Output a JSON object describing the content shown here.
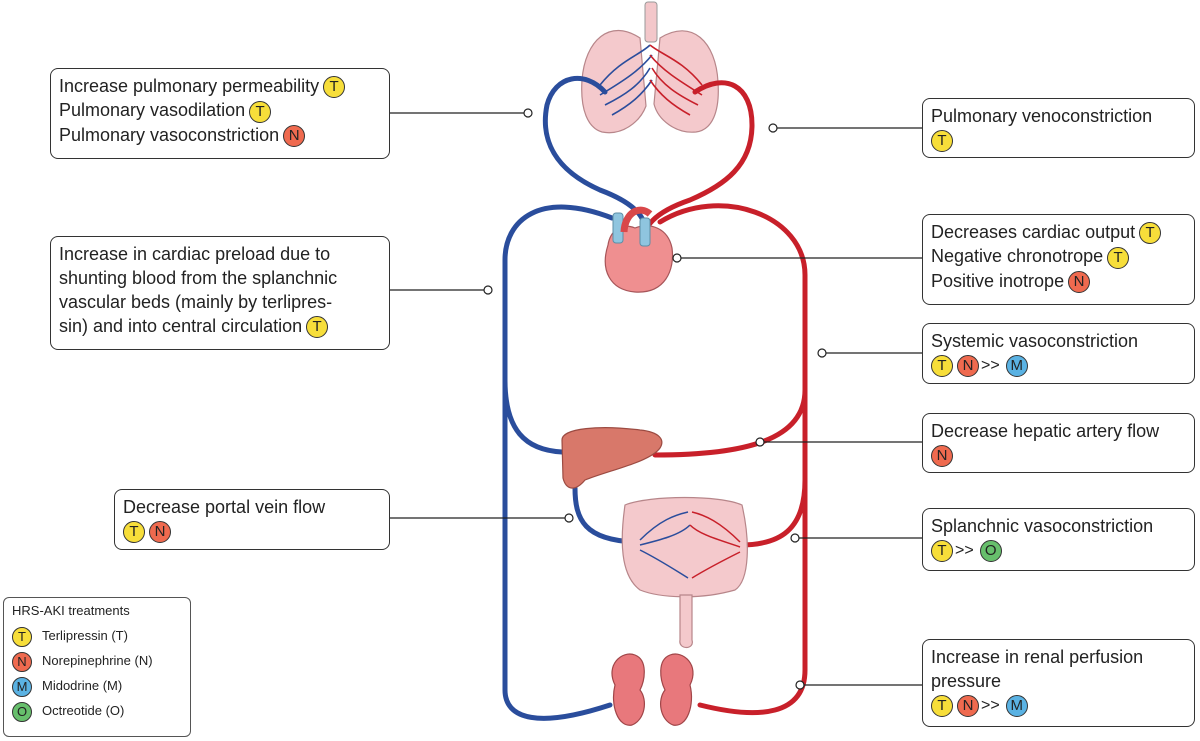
{
  "colors": {
    "vein": "#2a4d9c",
    "artery": "#c8202a",
    "terlipressin": "#f7de3a",
    "norepinephrine": "#ef6a4f",
    "midodrine": "#5ab2e3",
    "octreotide": "#67bf6c",
    "organ_fill": "#f2b1b4",
    "liver_fill": "#d8786a"
  },
  "annotations": {
    "pulmonary_left": {
      "lines": [
        {
          "text": "Increase pulmonary permeability",
          "badges": [
            "T"
          ]
        },
        {
          "text": "Pulmonary vasodilation",
          "badges": [
            "T"
          ]
        },
        {
          "text": "Pulmonary vasoconstriction",
          "badges": [
            "N"
          ]
        }
      ]
    },
    "pulmonary_right": {
      "lines": [
        {
          "text": "Pulmonary venoconstriction",
          "badges": []
        },
        {
          "text": "",
          "badges": [
            "T"
          ]
        }
      ]
    },
    "cardiac_preload": {
      "lines": [
        {
          "text": "Increase in cardiac preload due to",
          "badges": []
        },
        {
          "text": "shunting blood from the splanchnic",
          "badges": []
        },
        {
          "text": "vascular beds (mainly by terlipres-",
          "badges": []
        },
        {
          "text": "sin) and into central circulation",
          "badges": [
            "T"
          ]
        }
      ]
    },
    "cardiac_output": {
      "lines": [
        {
          "text": "Decreases cardiac output",
          "badges": [
            "T"
          ]
        },
        {
          "text": "Negative chronotrope",
          "badges": [
            "T"
          ]
        },
        {
          "text": "Positive inotrope",
          "badges": [
            "N"
          ]
        }
      ]
    },
    "systemic": {
      "lines": [
        {
          "text": "Systemic vasoconstriction",
          "badges": []
        },
        {
          "text": "",
          "badges": [
            "T",
            "N",
            ">>",
            "M"
          ]
        }
      ]
    },
    "hepatic": {
      "lines": [
        {
          "text": "Decrease hepatic artery flow",
          "badges": []
        },
        {
          "text": "",
          "badges": [
            "N"
          ]
        }
      ]
    },
    "portal": {
      "lines": [
        {
          "text": "Decrease portal vein flow",
          "badges": []
        },
        {
          "text": "",
          "badges": [
            "T",
            "N"
          ]
        }
      ]
    },
    "splanchnic": {
      "lines": [
        {
          "text": "Splanchnic vasoconstriction",
          "badges": []
        },
        {
          "text": "",
          "badges": [
            "T",
            ">>",
            "O"
          ]
        }
      ]
    },
    "renal": {
      "lines": [
        {
          "text": "Increase in renal perfusion",
          "badges": []
        },
        {
          "text": "pressure",
          "badges": []
        },
        {
          "text": "",
          "badges": [
            "T",
            "N",
            ">>",
            "M"
          ]
        }
      ]
    }
  },
  "legend": {
    "title": "HRS-AKI treatments",
    "items": [
      {
        "letter": "T",
        "label": "Terlipressin (T)"
      },
      {
        "letter": "N",
        "label": "Norepinephrine (N)"
      },
      {
        "letter": "M",
        "label": "Midodrine (M)"
      },
      {
        "letter": "O",
        "label": "Octreotide (O)"
      }
    ]
  }
}
